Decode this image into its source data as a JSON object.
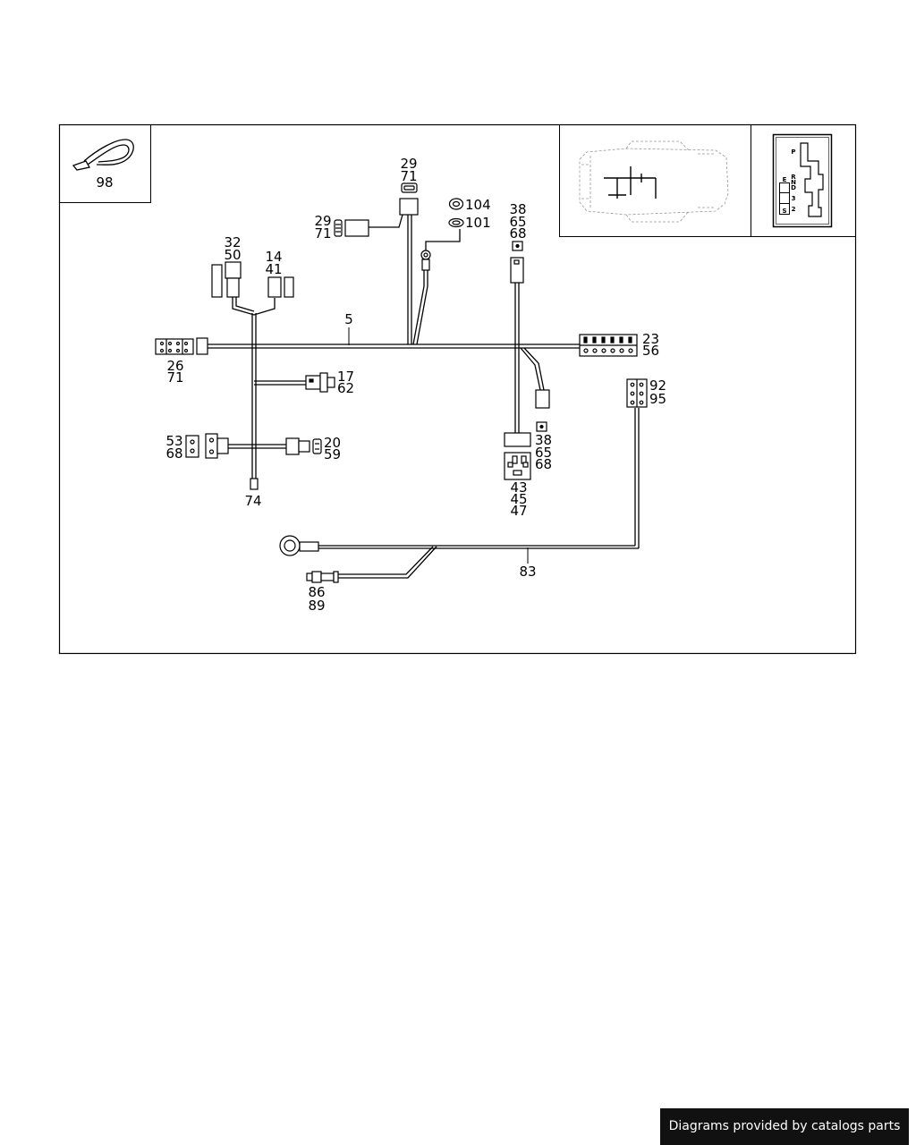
{
  "labels": {
    "p98": "98",
    "p29a": "29",
    "p71a": "71",
    "p29b": "29",
    "p71b": "71",
    "p104": "104",
    "p101": "101",
    "p38a": "38",
    "p65a": "65",
    "p68a": "68",
    "p32": "32",
    "p50": "50",
    "p14": "14",
    "p41": "41",
    "p5": "5",
    "p23": "23",
    "p56": "56",
    "p26": "26",
    "p71c": "71",
    "p17": "17",
    "p62": "62",
    "p92": "92",
    "p95": "95",
    "p53": "53",
    "p68b": "68",
    "p20": "20",
    "p59": "59",
    "p38b": "38",
    "p65b": "65",
    "p68c": "68",
    "p43": "43",
    "p45": "45",
    "p47": "47",
    "p74": "74",
    "p83": "83",
    "p86": "86",
    "p89": "89"
  },
  "gear_selector": [
    "P",
    "R",
    "N",
    "D",
    "3",
    "2",
    "E",
    "S"
  ],
  "footer": {
    "credit": "Diagrams provided by catalogs parts"
  },
  "colors": {
    "line": "#000000",
    "footer_bg": "#111111",
    "footer_text": "#ffffff"
  }
}
